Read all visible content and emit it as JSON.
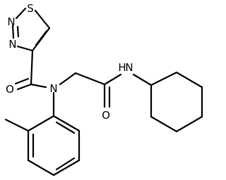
{
  "molecule": {
    "atoms": {
      "ring_s": "S",
      "ring_n2": "N",
      "ring_n3": "N",
      "carbonyl_o": "O",
      "amide_n": "N",
      "glycinamide_o": "O",
      "nh": "N",
      "nh_h": "H"
    }
  },
  "colors": {
    "bond": "#000000",
    "label": "#000000",
    "background": "#ffffff"
  }
}
